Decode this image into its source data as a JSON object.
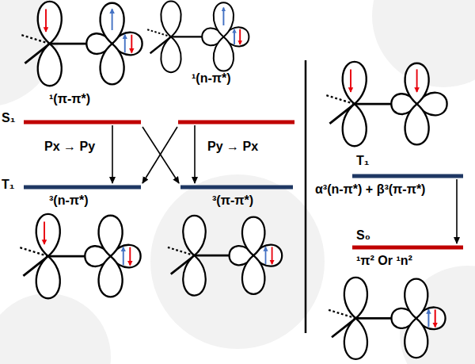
{
  "diagram": {
    "labels": [
      "¹(π-π*)",
      "¹(n-π*)",
      "S₁",
      "Px → Py",
      "Py → Px",
      "T₁",
      "³(n-π*)",
      "³(π-π*)",
      "T₁",
      "α³(n-π*) + β³(π-π*)",
      "S₀",
      "¹π² Or ¹n²"
    ]
  }
}
